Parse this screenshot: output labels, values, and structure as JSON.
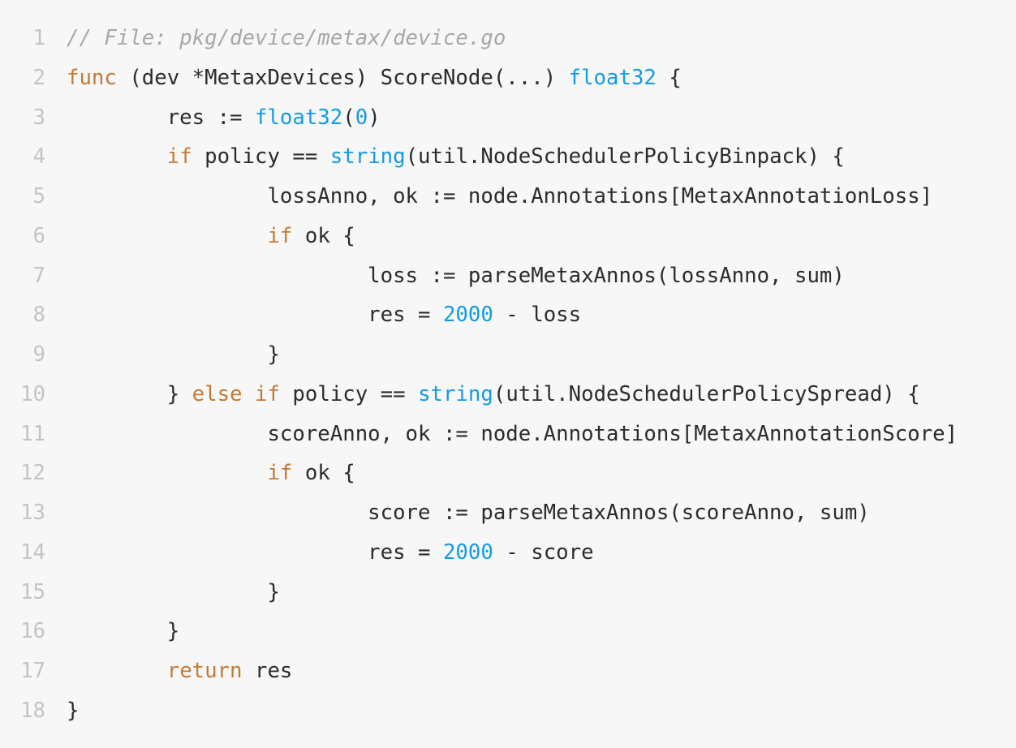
{
  "colors": {
    "keyword": "#c47a36",
    "builtin": "#129ce2",
    "comment": "#a8a8a8",
    "text": "#2b2b2b",
    "line_number": "#c4c4c4",
    "background": "#f7f7f7"
  },
  "lines": [
    {
      "n": "1",
      "tokens": [
        [
          "cm",
          "// File: pkg/device/metax/device.go"
        ]
      ]
    },
    {
      "n": "2",
      "tokens": [
        [
          "kw",
          "func"
        ],
        [
          "tx",
          " (dev *MetaxDevices) ScoreNode(...) "
        ],
        [
          "bl",
          "float32"
        ],
        [
          "tx",
          " {"
        ]
      ]
    },
    {
      "n": "3",
      "tokens": [
        [
          "tx",
          "        res := "
        ],
        [
          "bl",
          "float32"
        ],
        [
          "tx",
          "("
        ],
        [
          "bl",
          "0"
        ],
        [
          "tx",
          ")"
        ]
      ]
    },
    {
      "n": "4",
      "tokens": [
        [
          "tx",
          "        "
        ],
        [
          "kw",
          "if"
        ],
        [
          "tx",
          " policy == "
        ],
        [
          "bl",
          "string"
        ],
        [
          "tx",
          "(util.NodeSchedulerPolicyBinpack) {"
        ]
      ]
    },
    {
      "n": "5",
      "tokens": [
        [
          "tx",
          "                lossAnno, ok := node.Annotations[MetaxAnnotationLoss]"
        ]
      ]
    },
    {
      "n": "6",
      "tokens": [
        [
          "tx",
          "                "
        ],
        [
          "kw",
          "if"
        ],
        [
          "tx",
          " ok {"
        ]
      ]
    },
    {
      "n": "7",
      "tokens": [
        [
          "tx",
          "                        loss := parseMetaxAnnos(lossAnno, sum)"
        ]
      ]
    },
    {
      "n": "8",
      "tokens": [
        [
          "tx",
          "                        res = "
        ],
        [
          "bl",
          "2000"
        ],
        [
          "tx",
          " - loss"
        ]
      ]
    },
    {
      "n": "9",
      "tokens": [
        [
          "tx",
          "                }"
        ]
      ]
    },
    {
      "n": "10",
      "tokens": [
        [
          "tx",
          "        } "
        ],
        [
          "kw",
          "else"
        ],
        [
          "tx",
          " "
        ],
        [
          "kw",
          "if"
        ],
        [
          "tx",
          " policy == "
        ],
        [
          "bl",
          "string"
        ],
        [
          "tx",
          "(util.NodeSchedulerPolicySpread) {"
        ]
      ]
    },
    {
      "n": "11",
      "tokens": [
        [
          "tx",
          "                scoreAnno, ok := node.Annotations[MetaxAnnotationScore]"
        ]
      ]
    },
    {
      "n": "12",
      "tokens": [
        [
          "tx",
          "                "
        ],
        [
          "kw",
          "if"
        ],
        [
          "tx",
          " ok {"
        ]
      ]
    },
    {
      "n": "13",
      "tokens": [
        [
          "tx",
          "                        score := parseMetaxAnnos(scoreAnno, sum)"
        ]
      ]
    },
    {
      "n": "14",
      "tokens": [
        [
          "tx",
          "                        res = "
        ],
        [
          "bl",
          "2000"
        ],
        [
          "tx",
          " - score"
        ]
      ]
    },
    {
      "n": "15",
      "tokens": [
        [
          "tx",
          "                }"
        ]
      ]
    },
    {
      "n": "16",
      "tokens": [
        [
          "tx",
          "        }"
        ]
      ]
    },
    {
      "n": "17",
      "tokens": [
        [
          "tx",
          "        "
        ],
        [
          "kw",
          "return"
        ],
        [
          "tx",
          " res"
        ]
      ]
    },
    {
      "n": "18",
      "tokens": [
        [
          "tx",
          "}"
        ]
      ]
    }
  ]
}
